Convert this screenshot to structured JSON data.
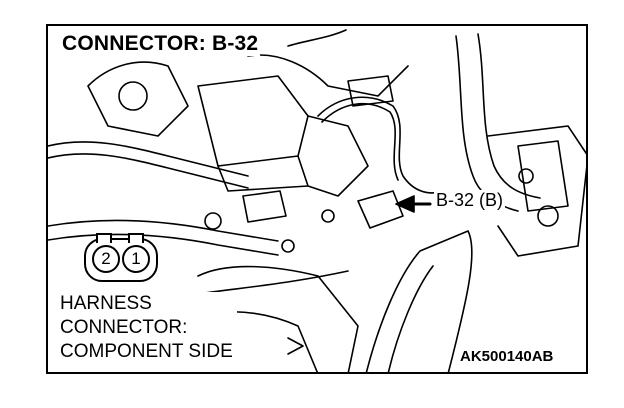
{
  "diagram": {
    "title": "CONNECTOR: B-32",
    "callout": "B-32 (B)",
    "harness_label": [
      "HARNESS",
      "CONNECTOR:",
      "COMPONENT SIDE"
    ],
    "connector_pins": [
      "2",
      "1"
    ],
    "figure_id": "AK500140AB"
  },
  "colors": {
    "line": "#000000",
    "background": "#ffffff"
  }
}
